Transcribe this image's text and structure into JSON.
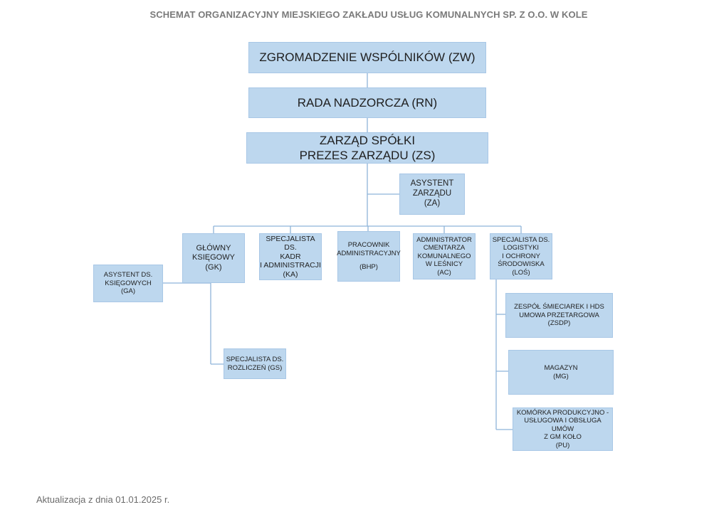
{
  "title": "SCHEMAT ORGANIZACYJNY MIEJSKIEGO ZAKŁADU USŁUG KOMUNALNYCH SP. Z O.O. W KOLE",
  "footer": "Aktualizacja z dnia 01.01.2025 r.",
  "line_color": "#8eb4d9",
  "box_color": "#bdd7ee",
  "nodes": {
    "zw": {
      "line1": "ZGROMADZENIE WSPÓLNIKÓW  (ZW)"
    },
    "rn": {
      "line1": "RADA NADZORCZA  (RN)"
    },
    "zs": {
      "line1": "ZARZĄD SPÓŁKI",
      "line2": "PREZES ZARZĄDU  (ZS)"
    },
    "za": {
      "line1": "ASYSTENT",
      "line2": "ZARZĄDU",
      "line3": "(ZA)"
    },
    "gk": {
      "line1": "GŁÓWNY",
      "line2": "KSIĘGOWY",
      "line3": "(GK)"
    },
    "ka": {
      "line1": "SPECJALISTA DS.",
      "line2": "KADR",
      "line3": "I ADMINISTRACJI",
      "line4": "(KA)"
    },
    "bhp": {
      "line1": "PRACOWNIK",
      "line2": "ADMINISTRACYJNY",
      "line3": "(BHP)"
    },
    "ac": {
      "line1": "ADMINISTRATOR",
      "line2": "CMENTARZA",
      "line3": "KOMUNALNEGO",
      "line4": "W LEŚNICY",
      "line5": "(AC)"
    },
    "los": {
      "line1": "SPECJALISTA DS.",
      "line2": "LOGISTYKI",
      "line3": "I OCHRONY",
      "line4": "ŚRODOWISKA",
      "line5": "(LOŚ)"
    },
    "ga": {
      "line1": "ASYSTENT DS.",
      "line2": "KSIĘGOWYCH",
      "line3": "(GA)"
    },
    "gs": {
      "line1": "SPECJALISTA DS.",
      "line2": "ROZLICZEŃ    (GS)"
    },
    "zsdp": {
      "line1": "ZESPÓŁ ŚMIECIAREK I HDS",
      "line2": "UMOWA PRZETARGOWA",
      "line3": "(ZSDP)"
    },
    "mg": {
      "line1": "MAGAZYN",
      "line2": "(MG)"
    },
    "pu": {
      "line1": "KOMÓRKA PRODUKCYJNO -",
      "line2": "USŁUGOWA I OBSŁUGA UMÓW",
      "line3": "Z GM KOŁO",
      "line4": "(PU)"
    }
  }
}
